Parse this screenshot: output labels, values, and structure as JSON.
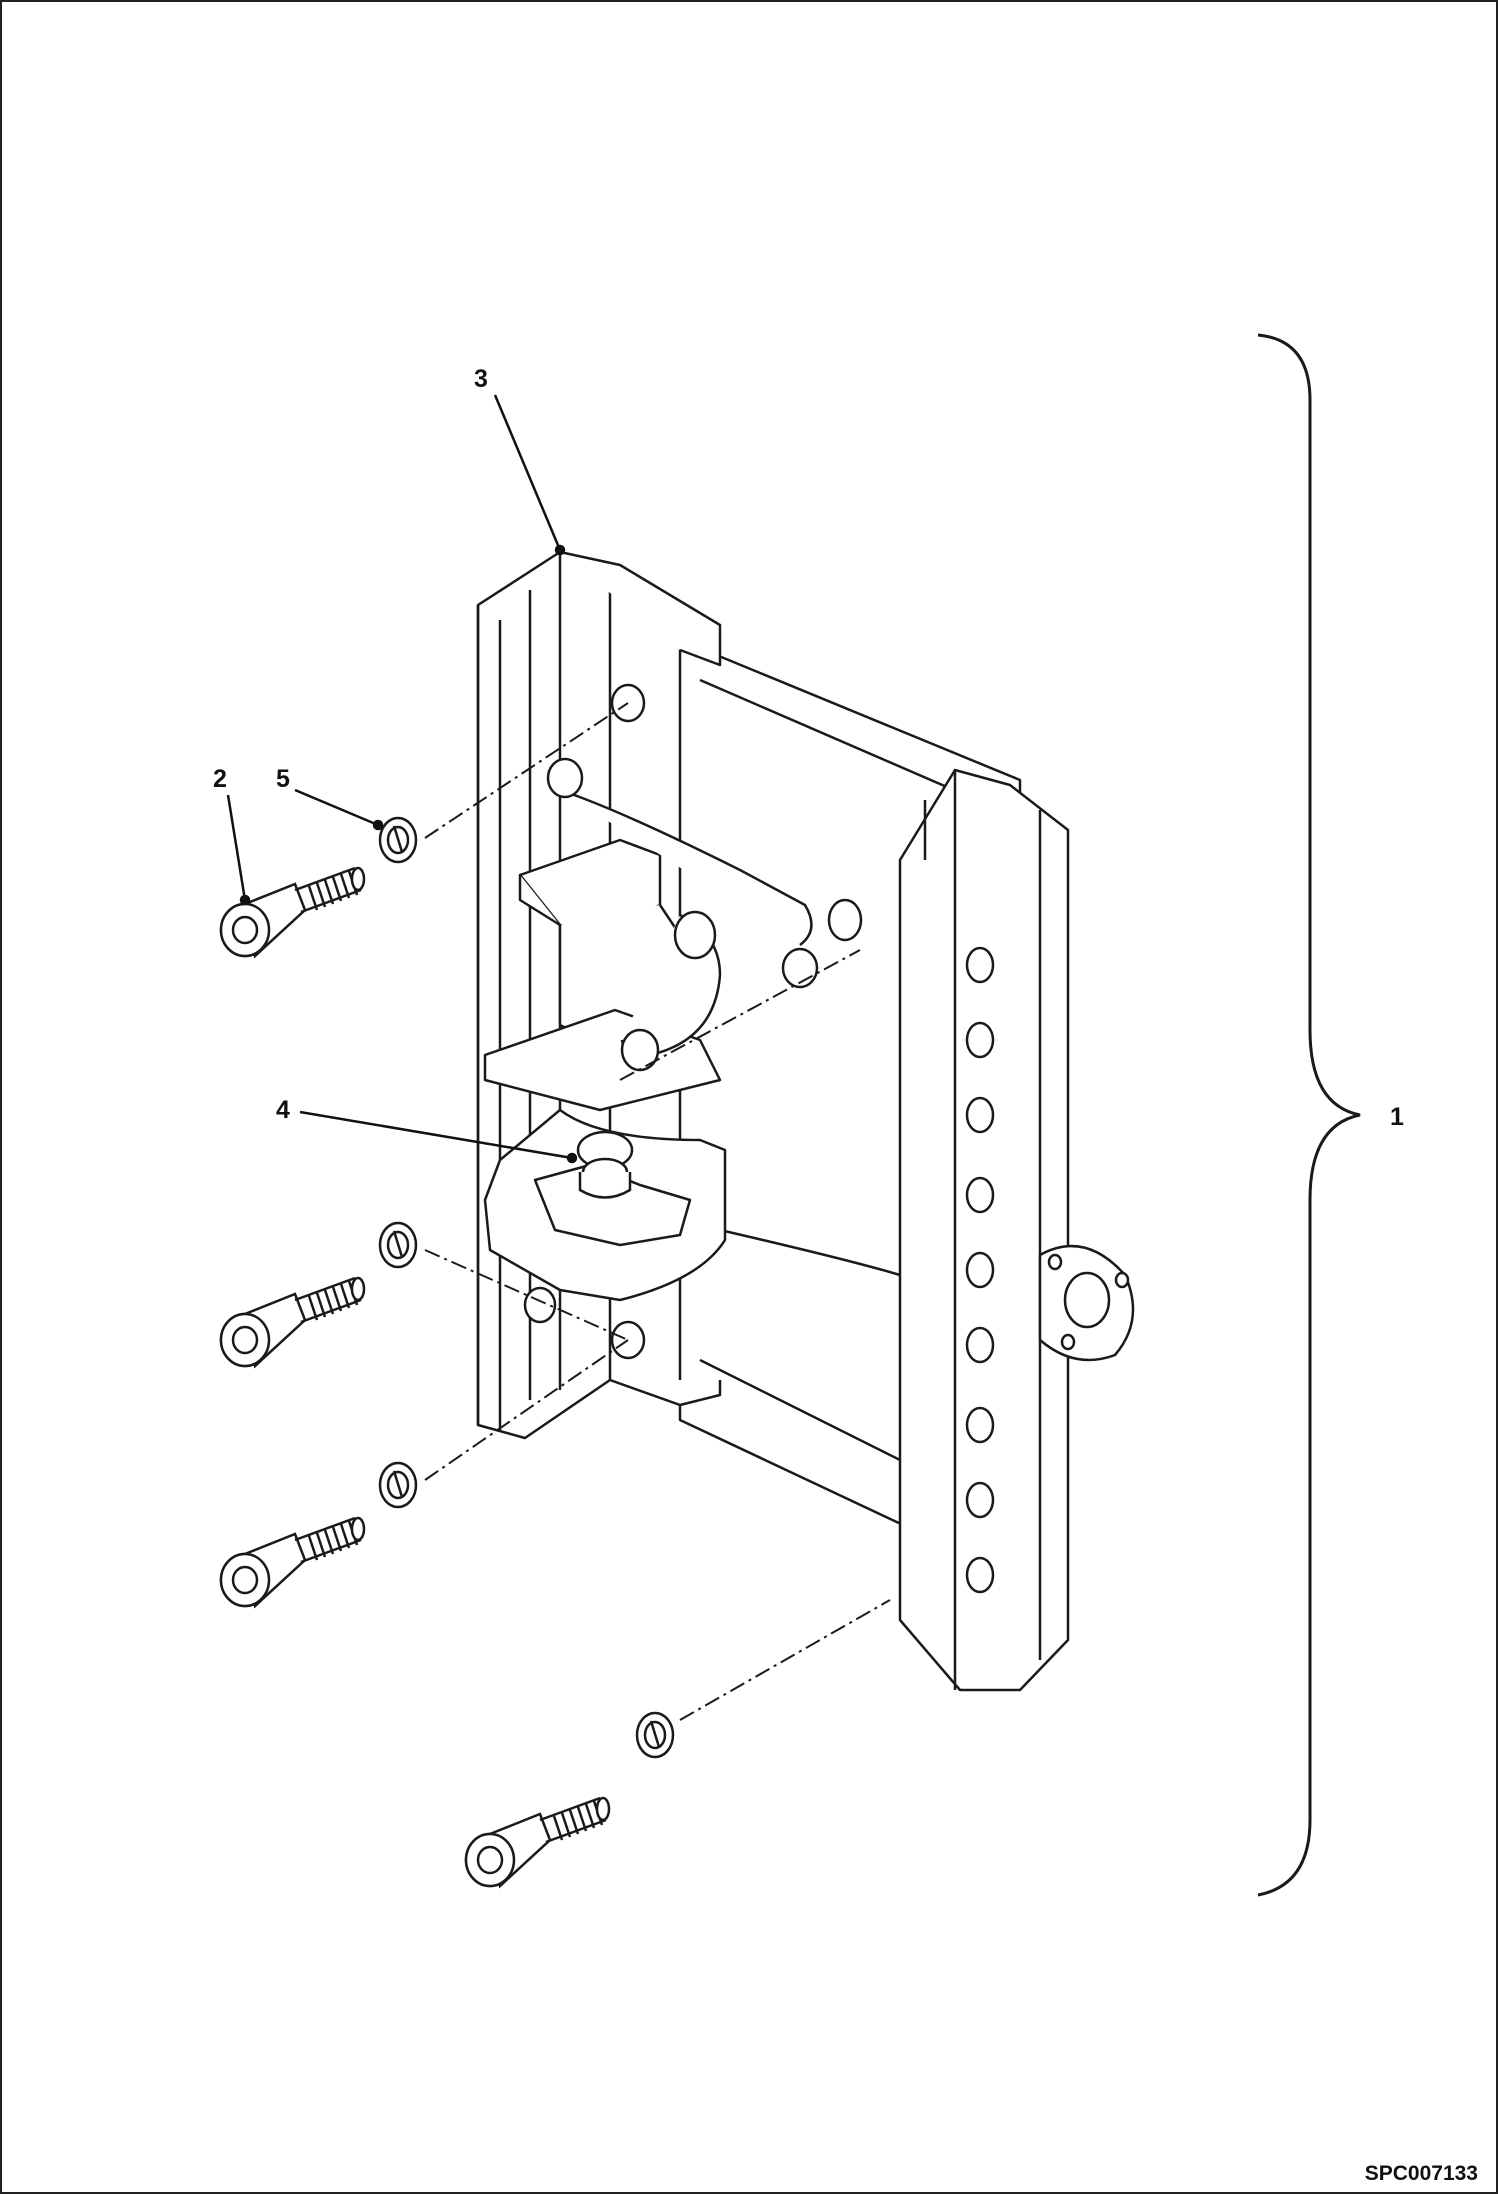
{
  "callouts": {
    "assembly": "1",
    "screw": "2",
    "plate": "3",
    "hitch": "4",
    "washer": "5"
  },
  "drawing_code": "SPC007133",
  "colors": {
    "line": "#1a1a1a",
    "paper": "#ffffff"
  }
}
